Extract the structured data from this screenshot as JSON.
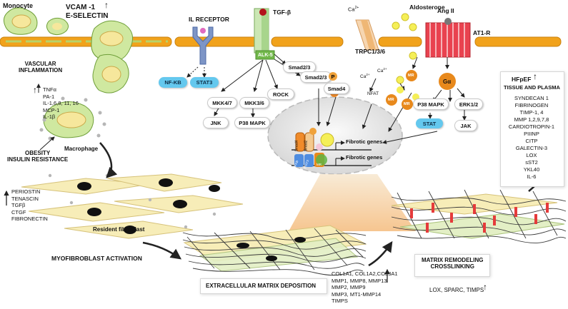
{
  "top_left": {
    "monocyte": "Monocyte",
    "vcam": "VCAM -1",
    "eselectin": "E-SELECTIN",
    "up": "↑"
  },
  "receptors": {
    "il_receptor": "IL RECEPTOR",
    "tgfb": "TGF-β",
    "alk5": "ALK-5",
    "ca1": "Ca",
    "ca_sup": "2+",
    "trpc": "TRPC1/3/6",
    "aldosterone": "Aldosterone",
    "ang": "Ang II",
    "at1r": "AT1-R"
  },
  "pills": {
    "nfkb": "NF-KB",
    "stat3": "STAT3",
    "smad23a": "Smad2/3",
    "smad23b": "Smad2/3",
    "p": "P",
    "smad4": "Smad4",
    "mkk47": "MKK4/7",
    "mkk36": "MKK3/6",
    "rock": "ROCK",
    "jnk": "JNK",
    "p38a": "P38 MAPK",
    "p38b": "P38 MAPK",
    "erk": "ERK1/2",
    "jak": "JAK",
    "stat": "STAT",
    "galpha": "Gα",
    "mr": "MR",
    "nfat": "NFAT",
    "ca2": "Ca",
    "ca3": "Ca"
  },
  "nucleus": {
    "fibrotic1": "Fibrotic genes",
    "fibrotic2": "Fibrotic genes",
    "smad4": "Smad4",
    "smad2": "Smad2",
    "nfkb": "NFKB",
    "stat3": "STAT3",
    "mr": "MR"
  },
  "vascular": {
    "title": "VASCULAR\nINFLAMMATION",
    "up": "↑",
    "list": "TNFα\nPA-1\nIL-1,6,8, 11, 16\nMCP-1\nIL-1β"
  },
  "macrophage": "Macrophage",
  "obesity": "OBESITY\nINSULIN RESISTANCE",
  "fibroblast": {
    "list": "PERIOSTIN\nTENASCIN\nTGFβ\nCTGF\nFIBRONECTIN",
    "up": "↑",
    "label": "Resident fibroblast"
  },
  "myofib": "MYOFIBROBLAST ACTIVATION",
  "ecm": {
    "title": "EXTRACELLULAR MATRIX DEPOSITION",
    "up": "↑",
    "list": "COL1A1, COL1A2,COL3A1\nMMP1, MMP8, MMP13\nMMP2, MMP9\nMMP3, MT1-MMP14\nTIMPS"
  },
  "remodel": {
    "title": "MATRIX REMODELING\nCROSSLINKING",
    "list": "LOX, SPARC, TIMPS",
    "up": "↑"
  },
  "hfpef": {
    "title1": "HFpEF",
    "up": "↑",
    "title2": "TISSUE AND PLASMA",
    "list": "SYNDECAN 1\nFIBRINOGEN\nTIMP-1, 4\nMMP 1,2,9,7,8\nCARDIOTROPIN-1\nPIIINP\nCITP\nGALECTIN-3\nLOX\nsST2\nYKL40\nIL-6"
  },
  "colors": {
    "membrane": "#f1a21b",
    "ecm_fiber": "#3a3a3a",
    "cell_fill": "#f7edb8",
    "pill_blue": "#64c8ee",
    "mr": "#e8891c",
    "nucleus": "#ededed",
    "tgf": "#cbe7b4"
  }
}
